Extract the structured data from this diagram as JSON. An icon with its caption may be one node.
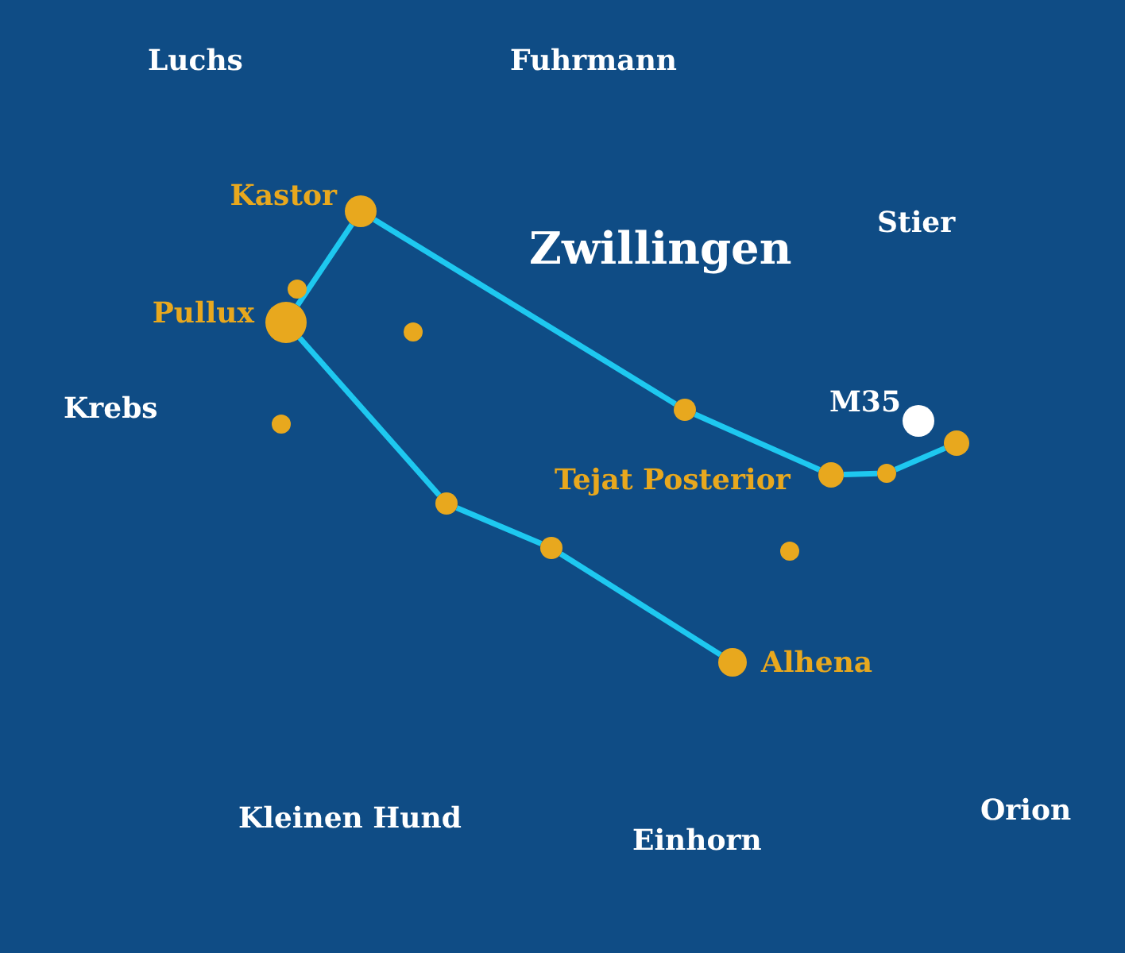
{
  "diagram": {
    "title": "Zwillingen",
    "nodes": [
      {
        "text": [],
        "shape": "circle",
        "beside": [
          "Kastor"
        ]
      },
      {
        "text": [],
        "shape": "circle"
      },
      {
        "text": [],
        "shape": "circle",
        "beside": [
          "Pullux"
        ]
      },
      {
        "text": [],
        "shape": "circle"
      },
      {
        "text": [],
        "shape": "circle"
      },
      {
        "text": [],
        "shape": "circle"
      },
      {
        "text": [],
        "shape": "circle",
        "beside": [
          "M35"
        ]
      },
      {
        "text": [],
        "shape": "circle"
      },
      {
        "text": [],
        "shape": "circle",
        "beside": [
          "Tejat Posterior"
        ]
      },
      {
        "text": [],
        "shape": "circle"
      },
      {
        "text": [],
        "shape": "circle"
      },
      {
        "text": [],
        "shape": "circle"
      },
      {
        "text": [],
        "shape": "circle"
      },
      {
        "text": [],
        "shape": "circle",
        "beside": [
          "Alhena"
        ]
      }
    ],
    "edges": [
      {
        "from": 0,
        "to": 2,
        "arrow": "none"
      },
      {
        "from": 0,
        "to": 5,
        "arrow": "none"
      },
      {
        "from": 5,
        "to": 8,
        "arrow": "none"
      },
      {
        "from": 8,
        "to": 9,
        "arrow": "none"
      },
      {
        "from": 9,
        "to": 7,
        "arrow": "none"
      },
      {
        "from": 2,
        "to": 10,
        "arrow": "none"
      },
      {
        "from": 10,
        "to": 11,
        "arrow": "none"
      },
      {
        "from": 11,
        "to": 13,
        "arrow": "none"
      }
    ],
    "labels": [
      "Luchs",
      "Fuhrmann",
      "Stier",
      "Krebs",
      "Kleinen Hund",
      "Einhorn",
      "Orion"
    ]
  }
}
